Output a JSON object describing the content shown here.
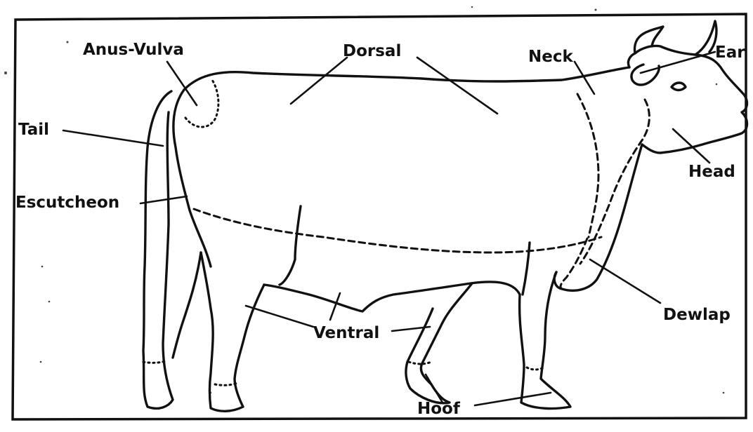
{
  "diagram": {
    "subject": "cow body regions",
    "labels": {
      "anus_vulva": "Anus-Vulva",
      "dorsal": "Dorsal",
      "neck": "Neck",
      "ear": "Ear",
      "tail": "Tail",
      "head": "Head",
      "escutcheon": "Escutcheon",
      "dewlap": "Dewlap",
      "ventral": "Ventral",
      "hoof": "Hoof"
    },
    "colors": {
      "ink": "#111111",
      "paper": "#ffffff"
    }
  }
}
